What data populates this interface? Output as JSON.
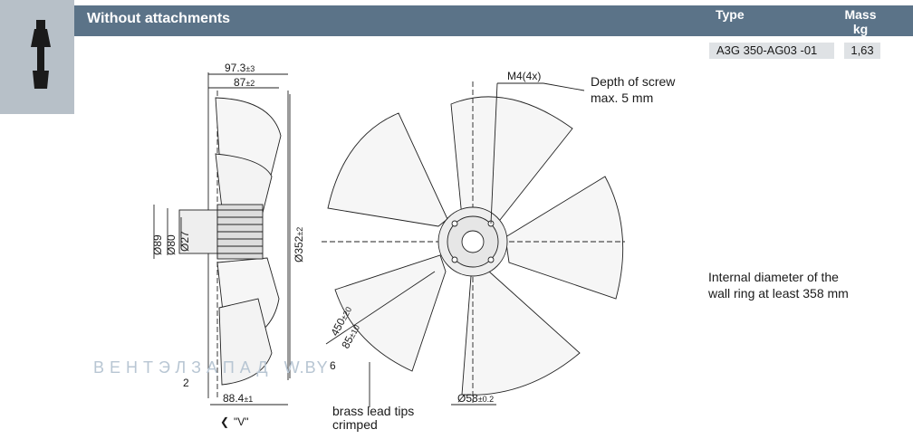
{
  "header": {
    "title": "Without attachments",
    "col_type": "Type",
    "col_mass_1": "Mass",
    "col_mass_2": "kg"
  },
  "product": {
    "type": "A3G 350-AG03 -01",
    "mass": "1,63"
  },
  "dimensions": {
    "w97": "97.3",
    "w97_tol": "±3",
    "w87": "87",
    "w87_tol": "±2",
    "d89": "Ø89",
    "d80": "Ø80",
    "d27": "Ø27",
    "d352": "Ø352",
    "d352_tol": "±2",
    "gap2": "2",
    "w88": "88.4",
    "w88_tol": "±1",
    "view": "\"V\"",
    "m4": "M4(4x)",
    "cable450": "450",
    "cable450_tol": "±20",
    "cable85": "85",
    "cable85_tol": "±10",
    "cable6": "6",
    "d58": "Ø58",
    "d58_tol": "±0.2"
  },
  "notes": {
    "screw_1": "Depth of screw",
    "screw_2": "max. 5 mm",
    "wall_1": "Internal diameter of the",
    "wall_2": "wall ring at least 358 mm",
    "brass_1": "brass lead tips",
    "brass_2": "crimped"
  },
  "watermark": "ВЕНТЭЛЗАПАД",
  "watermark_suffix": "W.BY",
  "icons": [
    "fan-icon",
    "view-arrow-icon"
  ],
  "colors": {
    "header_bar": "#5b7388",
    "side_tab": "#b7c0c8",
    "cell_bg": "#dfe2e5",
    "blade_fill": "#f6f6f6",
    "line": "#222222"
  }
}
